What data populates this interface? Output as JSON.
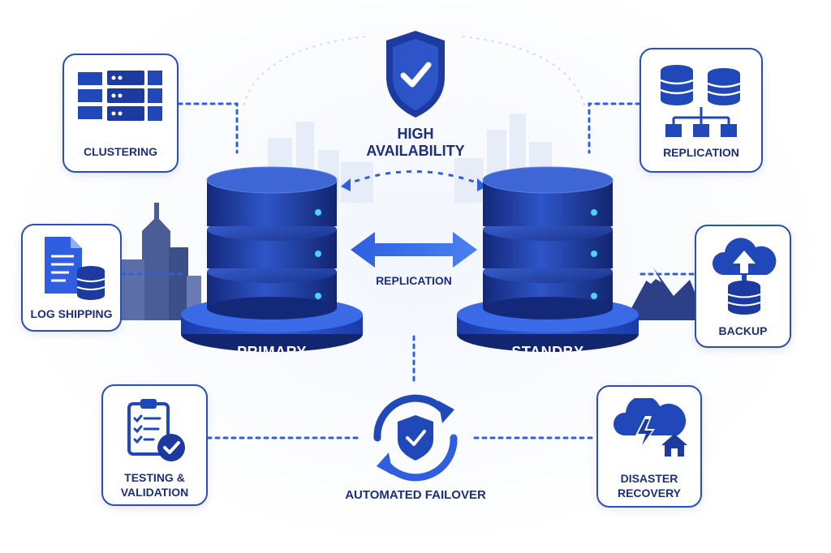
{
  "title": "HIGH\nAVAILABILITY",
  "center": {
    "replication_label": "REPLICATION",
    "failover_label": "AUTOMATED FAILOVER"
  },
  "servers": {
    "primary": "PRIMARY",
    "standby": "STANDBY"
  },
  "cards": {
    "clustering": "CLUSTERING",
    "replication": "REPLICATION",
    "log_shipping": "LOG SHIPPING",
    "backup": "BACKUP",
    "testing": "TESTING &\nVALIDATION",
    "disaster": "DISASTER\nRECOVERY"
  },
  "colors": {
    "primary_blue": "#2148b8",
    "dark_navy": "#1d2f7a",
    "led": "#4fd0ff"
  },
  "icons": [
    "shield-check-icon",
    "server-rack-icon",
    "database-tree-icon",
    "document-database-icon",
    "cloud-upload-database-icon",
    "clipboard-check-icon",
    "storm-house-icon",
    "cycle-shield-icon"
  ]
}
